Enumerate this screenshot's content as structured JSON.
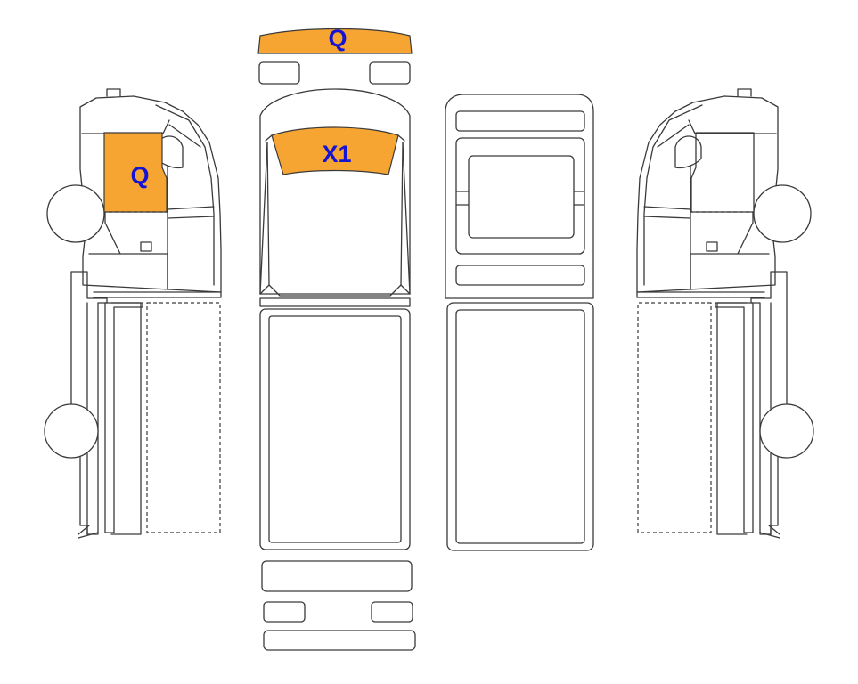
{
  "colors": {
    "highlight": "#F7A532",
    "label": "#1414D2",
    "outline": "#3a3a3a"
  },
  "labels": {
    "front_panel": "Q",
    "windshield": "X1",
    "left_door": "Q"
  }
}
